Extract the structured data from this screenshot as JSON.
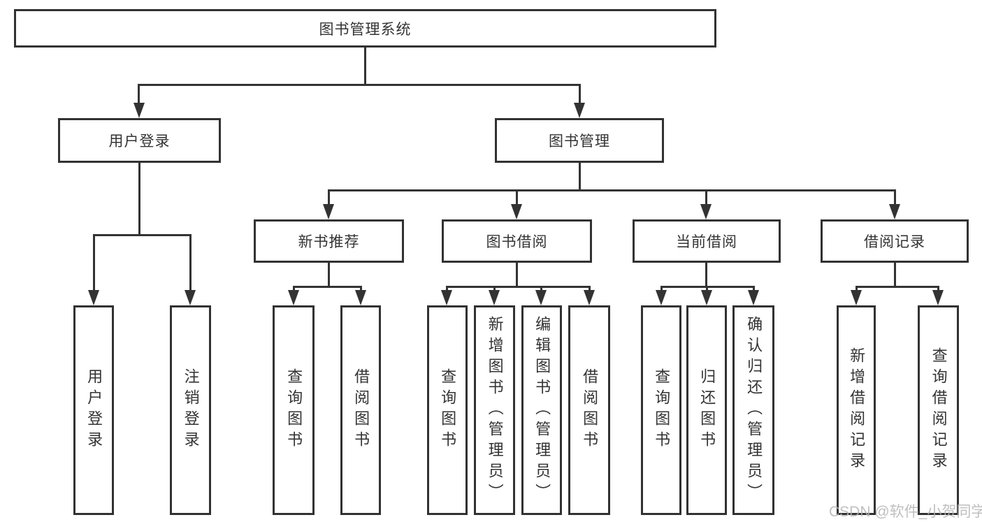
{
  "diagram": {
    "root": {
      "label": "图书管理系统"
    },
    "level2": {
      "user_login": {
        "label": "用户登录"
      },
      "book_management": {
        "label": "图书管理"
      }
    },
    "level3": {
      "new_book_recommend": {
        "label": "新书推荐"
      },
      "book_borrowing": {
        "label": "图书借阅"
      },
      "current_borrowing": {
        "label": "当前借阅"
      },
      "borrowing_records": {
        "label": "借阅记录"
      }
    },
    "leaves": {
      "user_login": [
        "用户登录",
        "注销登录"
      ],
      "new_book_recommend": [
        "查询图书",
        "借阅图书"
      ],
      "book_borrowing": [
        "查询图书",
        "新增图书（管理员）",
        "编辑图书（管理员）",
        "借阅图书"
      ],
      "current_borrowing": [
        "查询图书",
        "归还图书",
        "确认归还（管理员）"
      ],
      "borrowing_records": [
        "新增借阅记录",
        "查询借阅记录"
      ]
    }
  },
  "watermark": "CSDN @软件_小贺同学",
  "colors": {
    "line": "#333333",
    "border": "#323232",
    "text": "#333333",
    "watermark": "#b5b5b5",
    "background": "#ffffff"
  }
}
